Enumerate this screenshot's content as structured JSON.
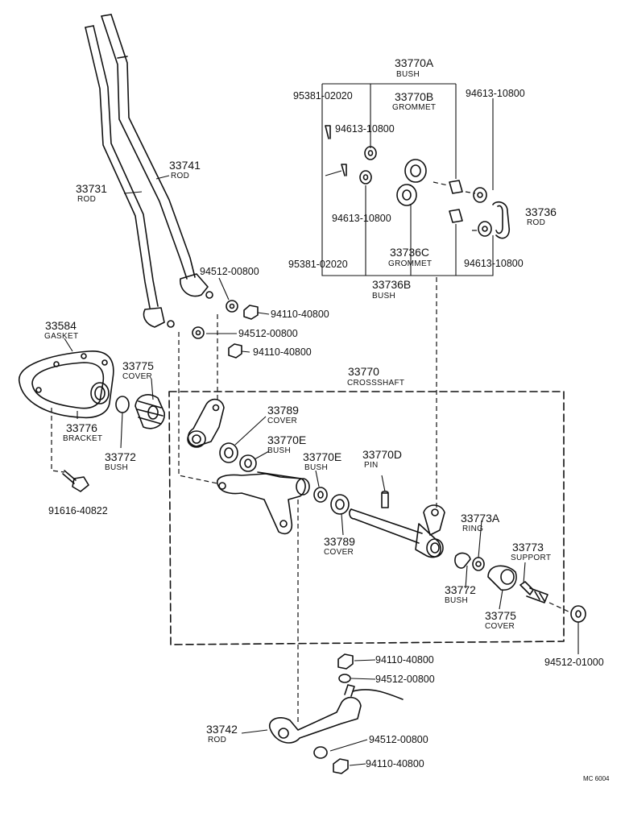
{
  "callouts": {
    "c33770A": {
      "number": "33770A",
      "name": "BUSH"
    },
    "c33770B": {
      "number": "33770B",
      "name": "GROMMET"
    },
    "c33736": {
      "number": "33736",
      "name": "ROD"
    },
    "c33736C": {
      "number": "33736C",
      "name": "GROMMET"
    },
    "c33736B": {
      "number": "33736B",
      "name": "BUSH"
    },
    "c33741": {
      "number": "33741",
      "name": "ROD"
    },
    "c33731": {
      "number": "33731",
      "name": "ROD"
    },
    "c33584": {
      "number": "33584",
      "name": "GASKET"
    },
    "c33775a": {
      "number": "33775",
      "name": "COVER"
    },
    "c33776": {
      "number": "33776",
      "name": "BRACKET"
    },
    "c33772a": {
      "number": "33772",
      "name": "BUSH"
    },
    "c33770": {
      "number": "33770",
      "name": "CROSSSHAFT"
    },
    "c33789a": {
      "number": "33789",
      "name": "COVER"
    },
    "c33770Ea": {
      "number": "33770E",
      "name": "BUSH"
    },
    "c33770Eb": {
      "number": "33770E",
      "name": "BUSH"
    },
    "c33770D": {
      "number": "33770D",
      "name": "PIN"
    },
    "c33789b": {
      "number": "33789",
      "name": "COVER"
    },
    "c33773A": {
      "number": "33773A",
      "name": "RING"
    },
    "c33773": {
      "number": "33773",
      "name": "SUPPORT"
    },
    "c33772b": {
      "number": "33772",
      "name": "BUSH"
    },
    "c33775b": {
      "number": "33775",
      "name": "COVER"
    },
    "c33742": {
      "number": "33742",
      "name": "ROD"
    }
  },
  "part_numbers": {
    "p95381_top": "95381-02020",
    "p94613_r_top": "94613-10800",
    "p94613_center": "94613-10800",
    "p94613_lower": "94613-10800",
    "p95381_bottom": "95381-02020",
    "p94613_r_bottom": "94613-10800",
    "p94512_a": "94512-00800",
    "p94110_a": "94110-40800",
    "p94512_b": "94512-00800",
    "p94110_b": "94110-40800",
    "p91616": "91616-40822",
    "p94512_01000": "94512-01000",
    "p94110_c": "94110-40800",
    "p94512_c": "94512-00800",
    "p94512_d": "94512-00800",
    "p94110_d": "94110-40800"
  },
  "diagram_code": "MC 6004"
}
